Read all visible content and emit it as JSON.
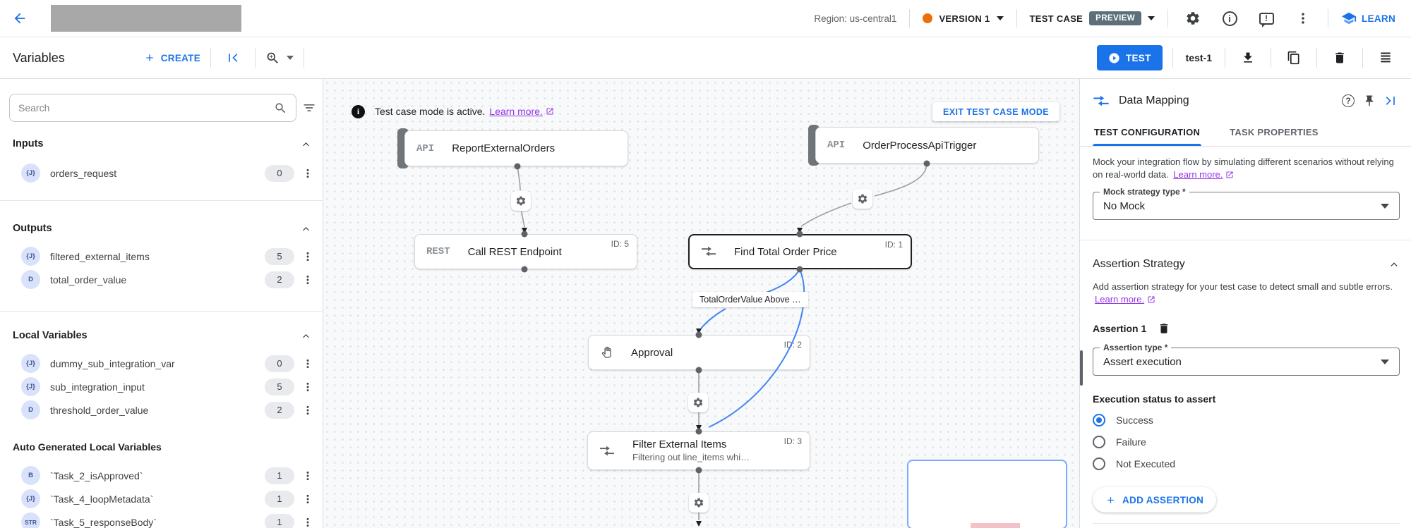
{
  "topbar": {
    "region_label": "Region: us-central1",
    "version_label": "VERSION 1",
    "test_case_label": "TEST CASE",
    "preview_badge": "PREVIEW",
    "learn_label": "LEARN"
  },
  "toolbar": {
    "title": "Variables",
    "create_label": "CREATE",
    "test_button_label": "TEST",
    "test_case_name": "test-1"
  },
  "glyphs": {
    "help": "?",
    "info": "i",
    "feedback": "!"
  },
  "colors": {
    "accent": "#1a73e8",
    "version_dot": "#e8710a",
    "link_purple": "#9334e6",
    "edge_blue": "#4285f4"
  },
  "sidebar": {
    "search_placeholder": "Search",
    "sections": [
      {
        "label": "Inputs",
        "items": [
          {
            "type": "{J}",
            "name": "orders_request",
            "count": "0"
          }
        ]
      },
      {
        "label": "Outputs",
        "items": [
          {
            "type": "{J}",
            "name": "filtered_external_items",
            "count": "5"
          },
          {
            "type": "D",
            "name": "total_order_value",
            "count": "2"
          }
        ]
      },
      {
        "label": "Local Variables",
        "items": [
          {
            "type": "{J}",
            "name": "dummy_sub_integration_var",
            "count": "0"
          },
          {
            "type": "{J}",
            "name": "sub_integration_input",
            "count": "5"
          },
          {
            "type": "D",
            "name": "threshold_order_value",
            "count": "2"
          }
        ]
      },
      {
        "label": "Auto Generated Local Variables",
        "items": [
          {
            "type": "B",
            "name": "`Task_2_isApproved`",
            "count": "1"
          },
          {
            "type": "{J}",
            "name": "`Task_4_loopMetadata`",
            "count": "1"
          },
          {
            "type": "STR",
            "name": "`Task_5_responseBody`",
            "count": "1"
          }
        ]
      }
    ]
  },
  "canvas": {
    "banner": {
      "text": "Test case mode is active.",
      "link": "Learn more.",
      "exit_button": "EXIT TEST CASE MODE"
    },
    "nodes": {
      "report": {
        "type": "API",
        "title": "ReportExternalOrders"
      },
      "trigger": {
        "type": "API",
        "title": "OrderProcessApiTrigger"
      },
      "rest": {
        "type": "REST",
        "title": "Call REST Endpoint",
        "id": "ID: 5"
      },
      "find_total": {
        "title": "Find Total Order Price",
        "id": "ID: 1"
      },
      "approval": {
        "title": "Approval",
        "id": "ID: 2"
      },
      "filter": {
        "title": "Filter External Items",
        "subtitle": "Filtering out line_items whi…",
        "id": "ID: 3"
      }
    },
    "edge_label": "TotalOrderValue Above …"
  },
  "panel": {
    "title": "Data Mapping",
    "tabs": [
      "TEST CONFIGURATION",
      "TASK PROPERTIES"
    ],
    "mock_text": "Mock your integration flow by simulating different scenarios without relying on real-world data.",
    "mock_link": "Learn more.",
    "mock_field_label": "Mock strategy type *",
    "mock_field_value": "No Mock",
    "assertion_heading": "Assertion Strategy",
    "assertion_text": "Add assertion strategy for your test case to detect small and subtle errors.",
    "assertion_link": "Learn more.",
    "assertion_item_label": "Assertion 1",
    "assertion_type_label": "Assertion type *",
    "assertion_type_value": "Assert execution",
    "exec_status_label": "Execution status to assert",
    "radio_options": [
      "Success",
      "Failure",
      "Not Executed"
    ],
    "selected_radio": "Success",
    "add_assertion_label": "ADD ASSERTION"
  }
}
